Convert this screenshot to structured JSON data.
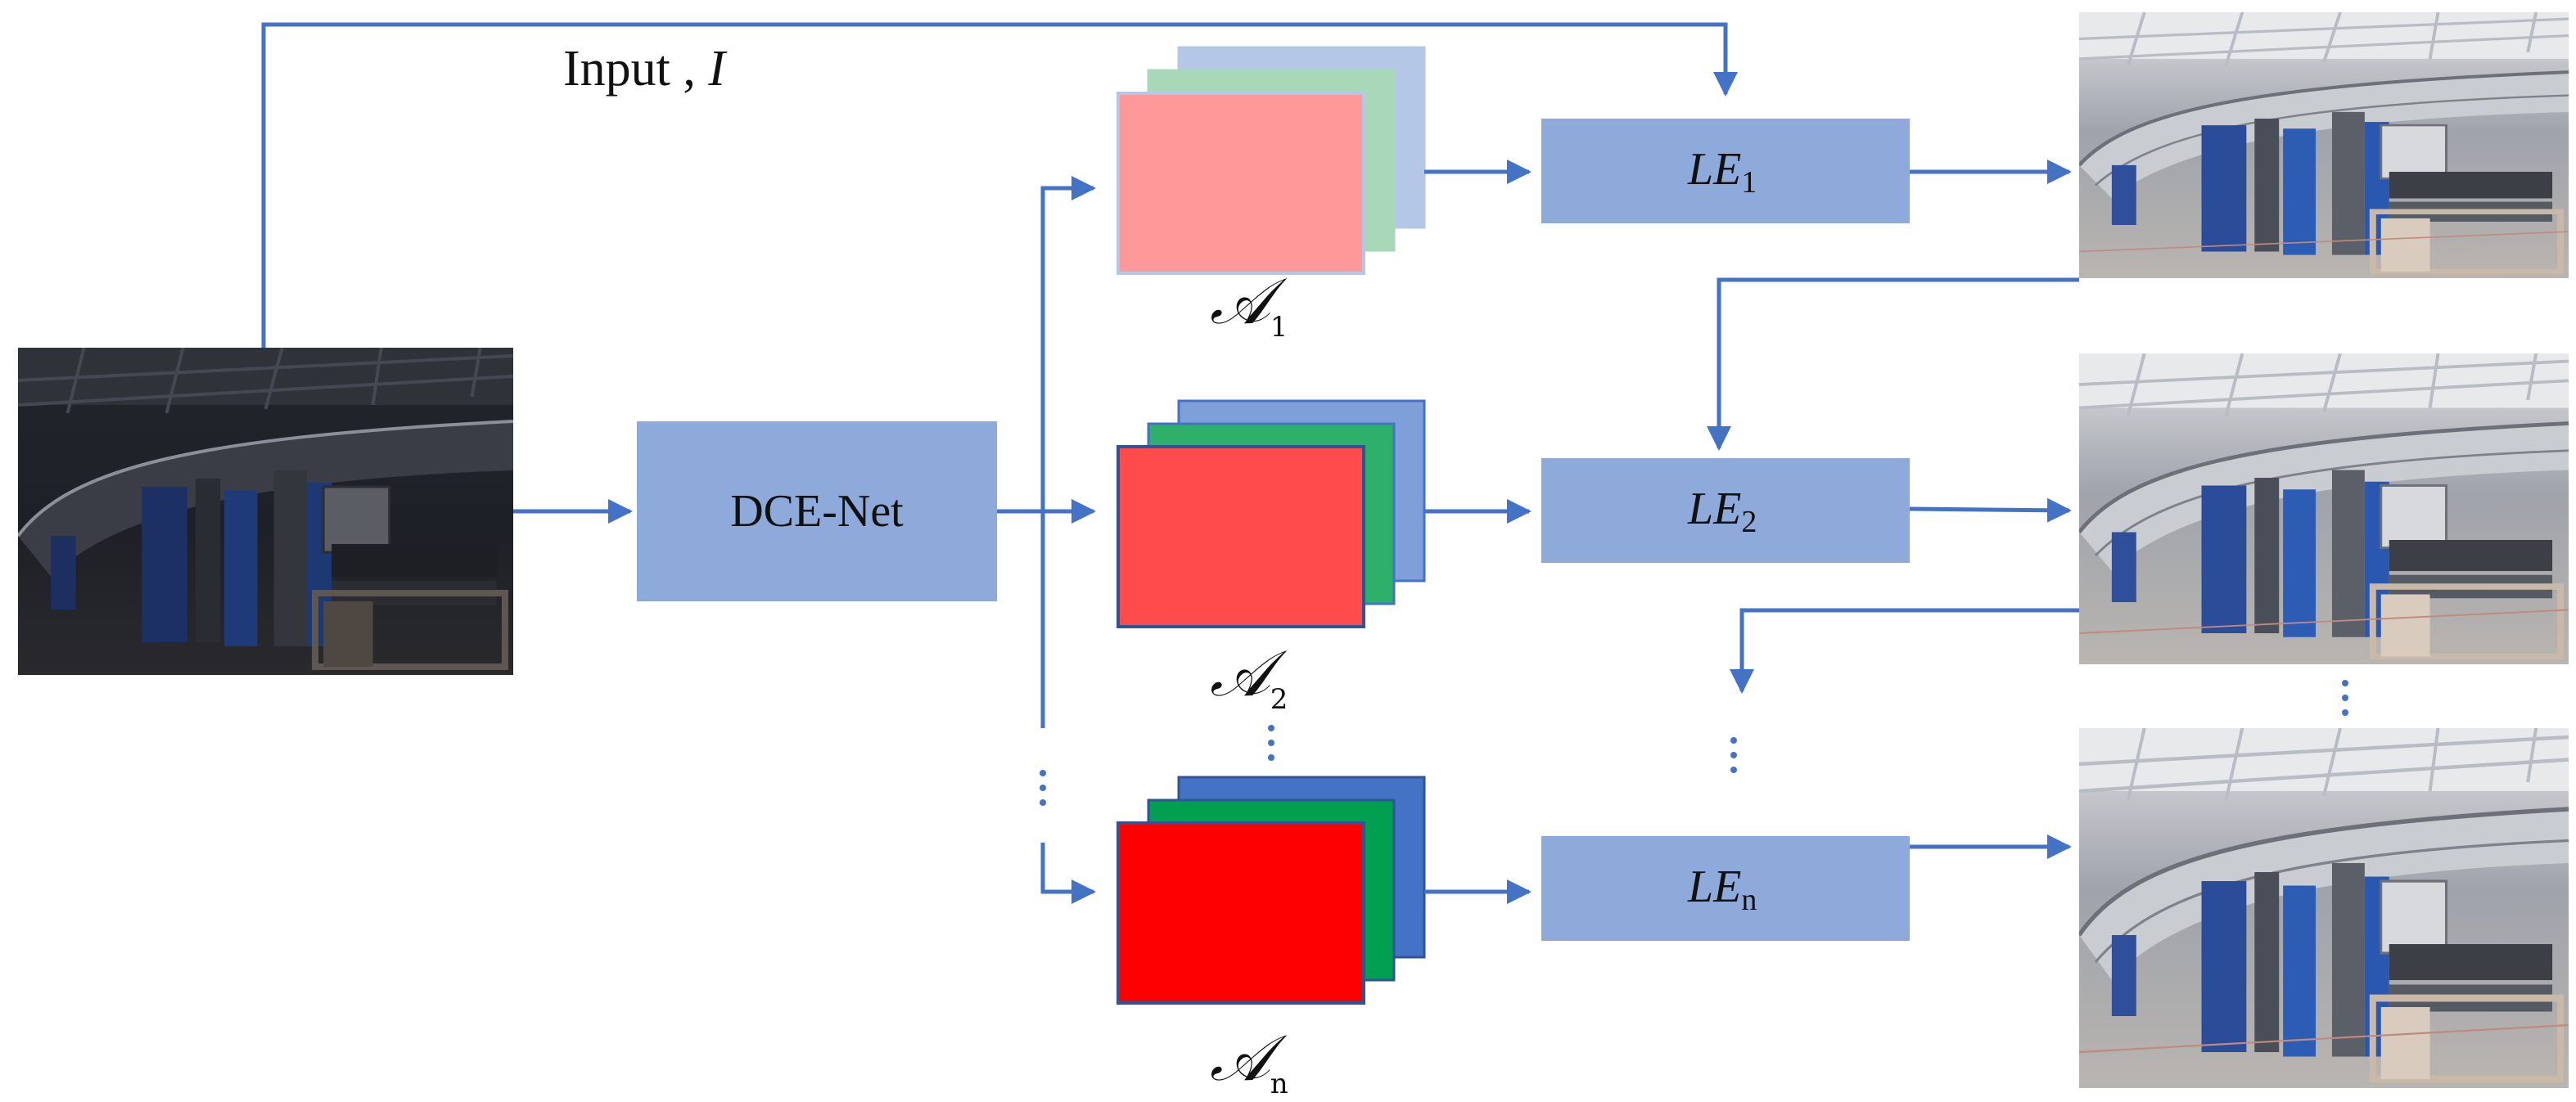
{
  "input": {
    "label": "Input , ",
    "symbol": "I"
  },
  "dce_net": {
    "label": "DCE-Net"
  },
  "curve_maps": [
    {
      "symbol": "𝒜",
      "subscript": "1"
    },
    {
      "symbol": "𝒜",
      "subscript": "2"
    },
    {
      "symbol": "𝒜",
      "subscript": "n"
    }
  ],
  "enhancers": [
    {
      "base": "LE",
      "subscript": "1"
    },
    {
      "base": "LE",
      "subscript": "2"
    },
    {
      "base": "LE",
      "subscript": "n"
    }
  ],
  "colors": {
    "arrow": "#4472c4",
    "block": "#8eaadb",
    "map1": [
      "#b4c7e7",
      "#a9d8b8",
      "#ff9999"
    ],
    "map2": [
      "#7f9fd9",
      "#2eb06a",
      "#ff4b4b"
    ],
    "mapn": [
      "#4472c4",
      "#00a050",
      "#ff0000"
    ]
  },
  "images": {
    "input": "dark factory floor photo",
    "outputs": [
      "enhanced factory photo 1",
      "enhanced factory photo 2",
      "enhanced factory photo n"
    ]
  }
}
